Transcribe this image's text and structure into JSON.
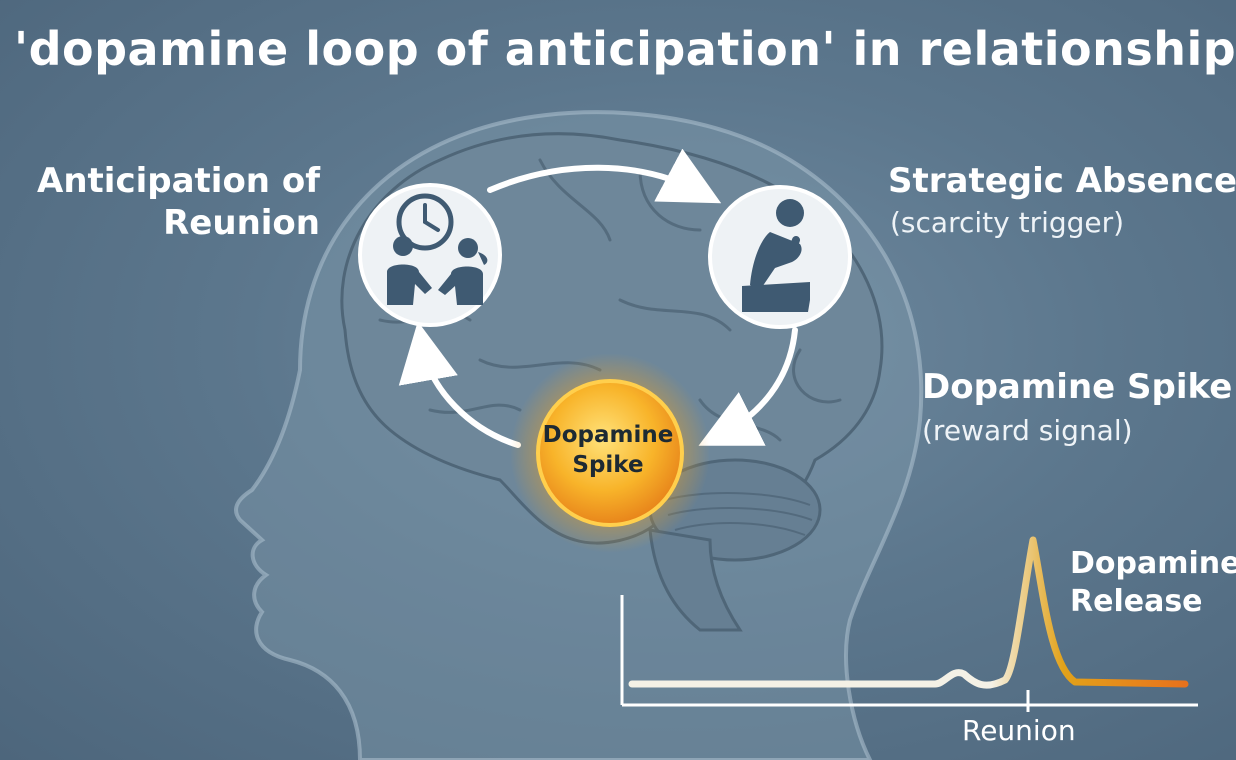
{
  "title": "'dopamine loop of anticipation' in relationships",
  "nodes": {
    "anticipation": {
      "label_line1": "Anticipation of",
      "label_line2": "Reunion",
      "icon": "clock-and-two-people-icon"
    },
    "strategic_absence": {
      "label": "Strategic Absence",
      "sublabel": "(scarcity trigger)",
      "icon": "thinking-person-icon"
    },
    "dopamine_spike_center": {
      "label_line1": "Dopamine",
      "label_line2": "Spike"
    },
    "dopamine_spike_side": {
      "label": "Dopamine Spike",
      "sublabel": "(reward signal)"
    }
  },
  "graph": {
    "peak_label_line1": "Dopamine",
    "peak_label_line2": "Release",
    "x_marker_label": "Reunion"
  },
  "colors": {
    "background": "#5c778d",
    "head_silhouette": "#7f98ab",
    "brain": "#6e879a",
    "node_fill": "#eef2f5",
    "icon": "#3f5a72",
    "arrow": "#ffffff",
    "glow_orange": "#f5a31a",
    "curve_start": "#f4f1e6",
    "curve_peak": "#e2a21a",
    "curve_end": "#e8721c"
  }
}
